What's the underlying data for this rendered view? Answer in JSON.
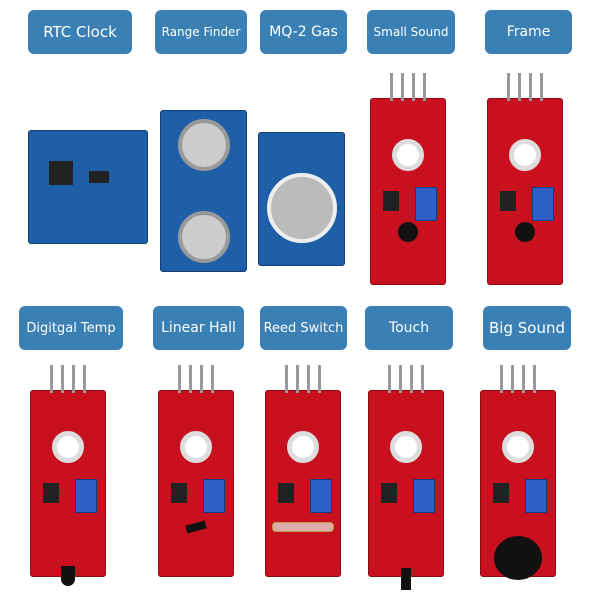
{
  "labels_top": [
    "RTC Clock",
    "Range Finder",
    "MQ-2 Gas",
    "Small Sound",
    "Frame"
  ],
  "labels_bottom": [
    "Digitgal Temp",
    "Linear Hall",
    "Reed Switch",
    "Touch",
    "Big Sound"
  ],
  "colors": {
    "label_bg": "#3a80b4",
    "board_red": "#c8101e",
    "board_blue": "#1f5fa8"
  }
}
